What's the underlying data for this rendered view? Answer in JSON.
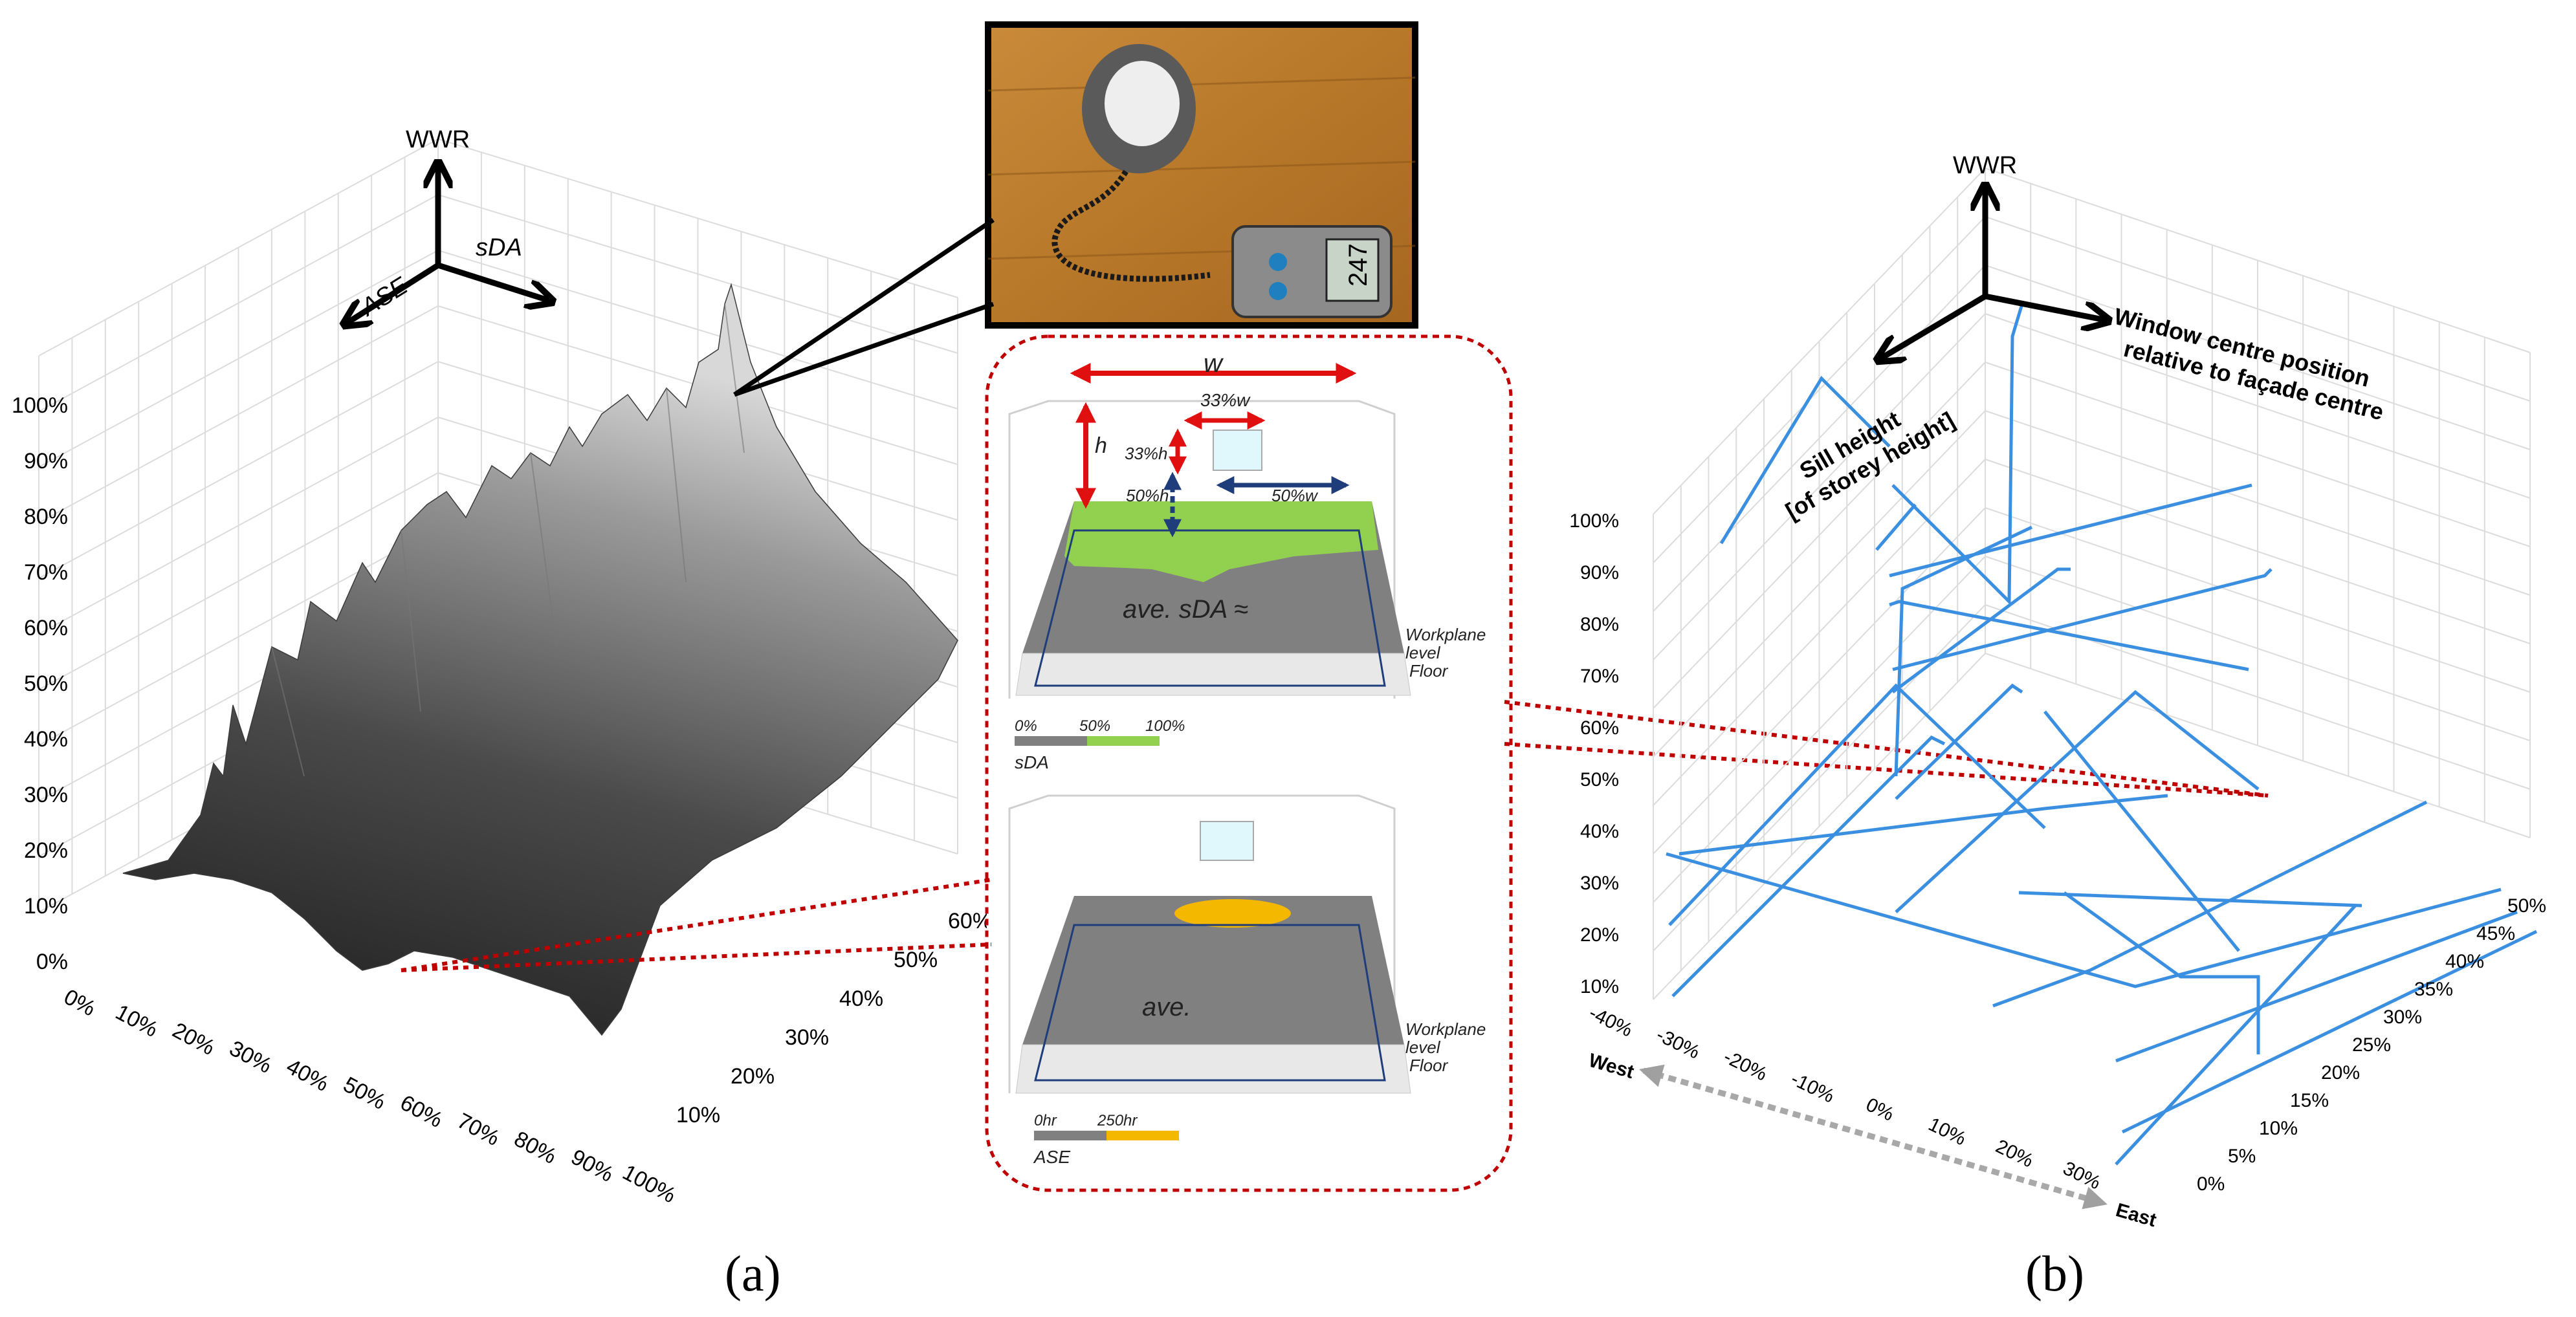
{
  "panel_a": {
    "caption": "(a)",
    "axis_up": "WWR",
    "axis_left": "ASE",
    "axis_right": "sDA",
    "y_ticks": [
      "0%",
      "10%",
      "20%",
      "30%",
      "40%",
      "50%",
      "60%",
      "70%",
      "80%",
      "90%",
      "100%"
    ],
    "x_ticks": [
      "0%",
      "10%",
      "20%",
      "30%",
      "40%",
      "50%",
      "60%",
      "70%",
      "80%",
      "90%",
      "100%"
    ],
    "z_ticks": [
      "10%",
      "20%",
      "30%",
      "40%",
      "50%",
      "60%"
    ]
  },
  "inset": {
    "sda_diagram": {
      "width_label": "w",
      "height_label": "h",
      "window_width_label": "33%w",
      "window_height_label": "33%h",
      "window_sill_label": "50%h",
      "window_offset_label": "50%w",
      "avg_label": "ave. sDA ≈",
      "workplane_label": "Workplane",
      "level_label": "level",
      "floor_label": "Floor",
      "legend": [
        "0%",
        "50%",
        "100%"
      ],
      "legend_name": "sDA"
    },
    "ase_diagram": {
      "avg_label": "ave.",
      "workplane_label": "Workplane",
      "level_label": "level",
      "floor_label": "Floor",
      "legend": [
        "0hr",
        "250hr"
      ],
      "legend_name": "ASE"
    },
    "meter_display": "247"
  },
  "panel_b": {
    "caption": "(b)",
    "axis_up": "WWR",
    "axis_left_line1": "Sill height",
    "axis_left_line2": "[of storey height]",
    "axis_right_line1": "Window centre position",
    "axis_right_line2": "relative to façade centre",
    "y_ticks": [
      "10%",
      "20%",
      "30%",
      "40%",
      "50%",
      "60%",
      "70%",
      "80%",
      "90%",
      "100%"
    ],
    "x_ticks": [
      "-40%",
      "-30%",
      "-20%",
      "-10%",
      "0%",
      "10%",
      "20%",
      "30%"
    ],
    "z_ticks": [
      "0%",
      "5%",
      "10%",
      "15%",
      "20%",
      "25%",
      "30%",
      "35%",
      "40%",
      "45%",
      "50%"
    ],
    "west": "West",
    "east": "East"
  },
  "colors": {
    "sda_green": "#92d050",
    "ase_yellow": "#f5b800",
    "line_blue": "#3b8fe0",
    "dotted_red": "#c00000",
    "arrow_red": "#e01010",
    "arrow_navy": "#1f3d7a"
  }
}
